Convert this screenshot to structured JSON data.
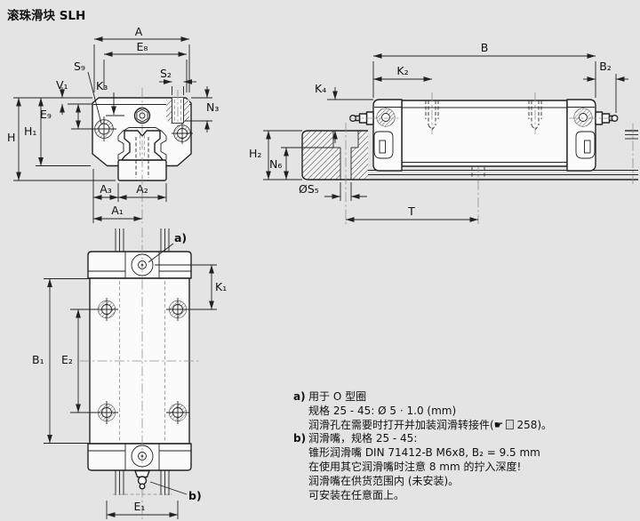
{
  "title": "滚珠滑块 SLH",
  "labels": {
    "A": "A",
    "E8": "E₈",
    "S9": "S₉",
    "V1": "V₁",
    "K3": "K₃",
    "S2": "S₂",
    "N3": "N₃",
    "E9": "E₉",
    "H": "H",
    "H1": "H₁",
    "A3": "A₃",
    "A2": "A₂",
    "A1": "A₁",
    "B": "B",
    "K2": "K₂",
    "B2": "B₂",
    "K4": "K₄",
    "H2": "H₂",
    "N6": "N₆",
    "S5": "ØS₅",
    "T": "T",
    "K1": "K₁",
    "B1": "B₁",
    "E2": "E₂",
    "E1": "E₁",
    "a": "a)",
    "b": "b)"
  },
  "notes": {
    "a_tag": "a)",
    "a_line1": "用于 O 型圈",
    "a_line2": "规格 25 - 45: Ø 5 · 1.0 (mm)",
    "a_line3_pre": "润滑孔在需要时打开并加装润滑转接件(☛",
    "a_line3_post": "258)。",
    "b_tag": "b)",
    "b_line1": "润滑嘴，规格 25 - 45:",
    "b_line2": "锥形润滑嘴 DIN 71412-B M6x8, B₂ = 9.5 mm",
    "b_line3": "在使用其它润滑嘴时注意 8 mm 的拧入深度!",
    "b_line4": "润滑嘴在供货范围内 (未安装)。",
    "b_line5": "可安装在任意面上。"
  },
  "colors": {
    "background": "#e4e4e4",
    "line": "#222222",
    "fill": "#fbfbfb",
    "gray_line": "#9c9c9c"
  }
}
